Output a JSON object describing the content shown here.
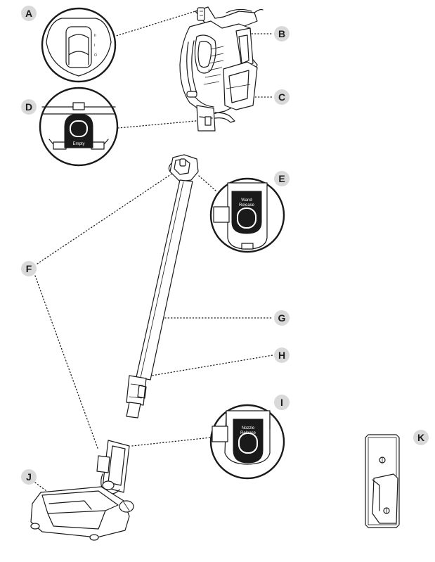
{
  "labels": {
    "A": "A",
    "B": "B",
    "C": "C",
    "D": "D",
    "E": "E",
    "F": "F",
    "G": "G",
    "H": "H",
    "I": "I",
    "J": "J",
    "K": "K"
  },
  "callouts": {
    "empty_button": "Empty",
    "wand_release_line1": "Wand",
    "wand_release_line2": "Release",
    "nozzle_release_line1": "Nozzle",
    "nozzle_release_line2": "Release"
  },
  "colors": {
    "badge_fill": "#d9d9d9",
    "ink": "#1a1a1a"
  }
}
